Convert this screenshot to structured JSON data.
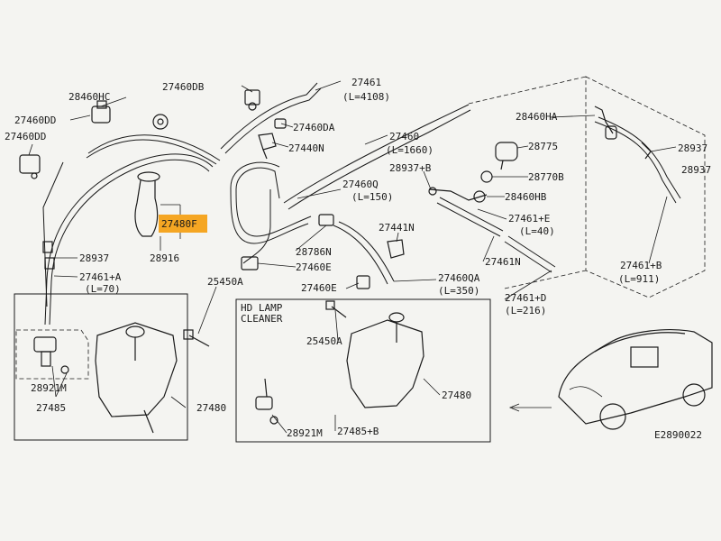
{
  "labels": {
    "p28460hc": "28460HC",
    "p27460db": "27460DB",
    "p27461_top": "27461",
    "p27461_top_len": "(L=4108)",
    "p27460dd_a": "27460DD",
    "p27460dd_b": "27460DD",
    "p27460da": "27460DA",
    "p28460ha": "28460HA",
    "p27460": "27460",
    "p27460_len": "(L=1660)",
    "p27440n": "27440N",
    "p28775": "28775",
    "p28937_right": "28937",
    "p28937_right2": "28937",
    "p28937b": "28937+B",
    "p28770b": "28770B",
    "p27460q": "27460Q",
    "p27460q_len": "(L=150)",
    "p28460hb": "28460HB",
    "p27480f": "27480F",
    "p28916": "28916",
    "p27461e": "27461+E",
    "p27461e_len": "(L=40)",
    "p27441n": "27441N",
    "p28786n": "28786N",
    "p27460e_a": "27460E",
    "p27461n": "27461N",
    "p28937_left": "28937",
    "p27461a": "27461+A",
    "p27461a_len": "(L=70)",
    "p25450a_a": "25450A",
    "p27460e_b": "27460E",
    "p27460qa": "27460QA",
    "p27460qa_len": "(L=350)",
    "p27461d": "27461+D",
    "p27461d_len": "(L=216)",
    "p27461b": "27461+B",
    "p27461b_len": "(L=911)",
    "hd_lamp_1": "HD LAMP",
    "hd_lamp_2": "CLEANER",
    "p25450a_b": "25450A",
    "p27480_a": "27480",
    "p27480_b": "27480",
    "p28921m_a": "28921M",
    "p27485": "27485",
    "p28921m_b": "28921M",
    "p27485b": "27485+B",
    "diagram_code": "E2890022"
  },
  "colors": {
    "highlight": "#f5a623",
    "paper": "#f4f4f1",
    "ink": "#1a1a1a",
    "bezel": "#6f6f74"
  }
}
